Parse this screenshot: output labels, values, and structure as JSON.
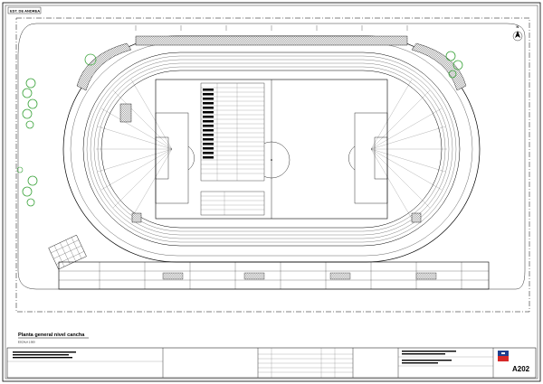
{
  "sheet": {
    "header_tag": "EST. DE ANDREA",
    "plan_title": "Planta general nivel cancha",
    "plan_scale": "ESCALA 1:500",
    "sheet_number": "A202",
    "north_label": "N"
  },
  "colors": {
    "line": "#000000",
    "tree_green": "#3aa33a",
    "logo_red": "#d62828",
    "logo_blue": "#1f3f8f"
  }
}
